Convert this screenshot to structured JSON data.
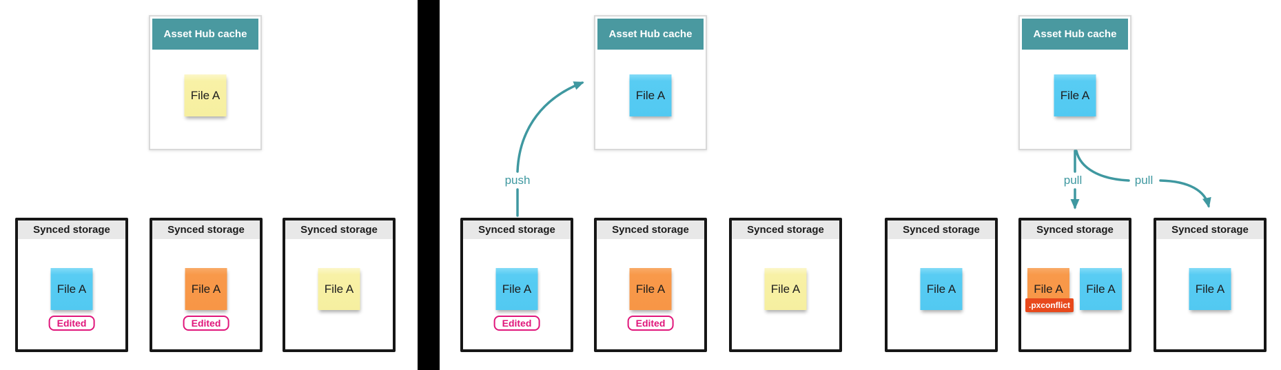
{
  "diagram": {
    "cache_title": "Asset Hub cache",
    "storage_title": "Synced storage",
    "file_label": "File A",
    "edited_badge": "Edited",
    "conflict_badge": ".pxconflict",
    "push_label": "push",
    "pull_label": "pull"
  },
  "colors": {
    "cache_header_teal": "#4a99a0",
    "arrow_teal": "#3f98a0",
    "note_yellow": "#f8f1a6",
    "note_blue": "#55cbf2",
    "note_orange": "#f8994a",
    "edited_pink": "#e0157a",
    "conflict_red": "#e8491c",
    "storage_header_gray": "#e8e8e8",
    "storage_border": "#161616",
    "divider": "#000000"
  },
  "panels": [
    {
      "name": "left-local-edits",
      "cache": {
        "note_color": "yellow",
        "note_label": "File A"
      },
      "arrows": [],
      "storages": [
        {
          "notes": [
            {
              "color": "blue",
              "label": "File A"
            }
          ],
          "badge": "Edited"
        },
        {
          "notes": [
            {
              "color": "orange",
              "label": "File A"
            }
          ],
          "badge": "Edited"
        },
        {
          "notes": [
            {
              "color": "yellow",
              "label": "File A"
            }
          ],
          "badge": null
        }
      ]
    },
    {
      "name": "middle-push",
      "cache": {
        "note_color": "blue",
        "note_label": "File A"
      },
      "arrows": [
        {
          "type": "push",
          "from": "storage-1",
          "to": "cache"
        }
      ],
      "storages": [
        {
          "notes": [
            {
              "color": "blue",
              "label": "File A"
            }
          ],
          "badge": "Edited"
        },
        {
          "notes": [
            {
              "color": "orange",
              "label": "File A"
            }
          ],
          "badge": "Edited"
        },
        {
          "notes": [
            {
              "color": "yellow",
              "label": "File A"
            }
          ],
          "badge": null
        }
      ]
    },
    {
      "name": "right-pull",
      "cache": {
        "note_color": "blue",
        "note_label": "File A"
      },
      "arrows": [
        {
          "type": "pull",
          "from": "cache",
          "to": "storage-2"
        },
        {
          "type": "pull",
          "from": "cache",
          "to": "storage-3"
        }
      ],
      "storages": [
        {
          "notes": [
            {
              "color": "blue",
              "label": "File A"
            }
          ],
          "badge": null
        },
        {
          "notes": [
            {
              "color": "orange",
              "label": "File A",
              "badge": ".pxconflict"
            },
            {
              "color": "blue",
              "label": "File A"
            }
          ],
          "badge": null
        },
        {
          "notes": [
            {
              "color": "blue",
              "label": "File A"
            }
          ],
          "badge": null
        }
      ]
    }
  ]
}
